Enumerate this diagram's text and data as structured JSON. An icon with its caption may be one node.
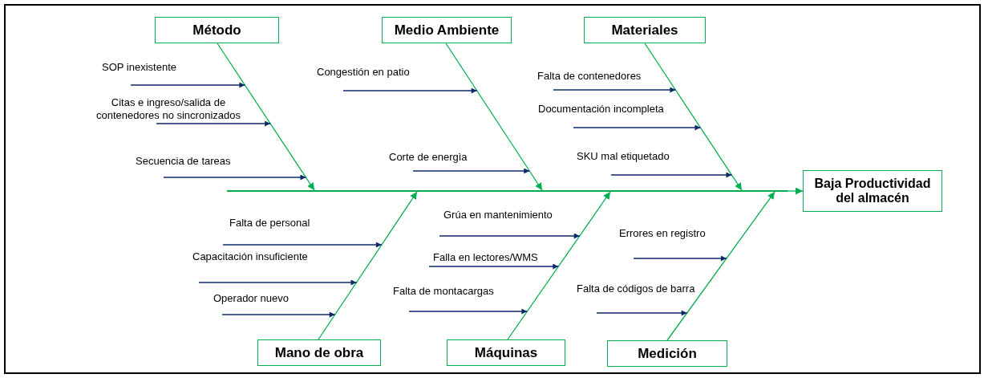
{
  "diagram": {
    "nodes": [
      {
        "text": [
          "Método"
        ]
      },
      {
        "text": [
          "Medio Ambiente"
        ]
      },
      {
        "text": [
          "Materiales"
        ]
      },
      {
        "text": [
          "SOP inexistente"
        ]
      },
      {
        "text": [
          "Citas e ingreso/salida de contenedores no sincronizados"
        ]
      },
      {
        "text": [
          "Secuencia de tareas"
        ]
      },
      {
        "text": [
          "Congestión en patio"
        ]
      },
      {
        "text": [
          "Corte de energìa"
        ]
      },
      {
        "text": [
          "Falta de contenedores"
        ]
      },
      {
        "text": [
          "Documentación incompleta"
        ]
      },
      {
        "text": [
          "SKU mal etiquetado"
        ]
      },
      {
        "text": [
          "Baja Productividad del almacén"
        ]
      },
      {
        "text": [
          "Falta de personal"
        ]
      },
      {
        "text": [
          "Grúa en mantenimiento"
        ]
      },
      {
        "text": [
          "Errores en registro"
        ]
      },
      {
        "text": [
          "Capacitación insuficiente"
        ]
      },
      {
        "text": [
          "Falla en lectores/WMS"
        ]
      },
      {
        "text": [
          "Operador nuevo"
        ]
      },
      {
        "text": [
          "Falta de montacargas"
        ]
      },
      {
        "text": [
          "Falta de códigos de barra"
        ]
      },
      {
        "text": [
          "Mano de obra"
        ]
      },
      {
        "text": [
          "Máquinas"
        ]
      },
      {
        "text": [
          "Medición"
        ]
      },
      {
        "text": [],
        "shape": "line"
      },
      {
        "text": [],
        "shape": "line"
      },
      {
        "text": [],
        "shape": "line"
      },
      {
        "text": [],
        "shape": "line"
      },
      {
        "text": [],
        "shape": "line"
      },
      {
        "text": [],
        "shape": "line"
      },
      {
        "text": [],
        "shape": "line"
      }
    ],
    "edges": [
      {
        "from": 23,
        "to": 11,
        "arrow": "to",
        "color": "#00b050"
      },
      {
        "from": 24,
        "to": 23,
        "arrow": "to",
        "color": "#00b050"
      },
      {
        "from": 25,
        "to": 23,
        "arrow": "to",
        "color": "#00b050"
      },
      {
        "from": 26,
        "to": 23,
        "arrow": "to",
        "color": "#00b050"
      },
      {
        "from": 27,
        "to": 23,
        "arrow": "to",
        "color": "#00b050"
      },
      {
        "from": 28,
        "to": 23,
        "arrow": "to",
        "color": "#00b050"
      },
      {
        "from": 29,
        "to": 23,
        "arrow": "to",
        "color": "#00b050"
      },
      {
        "from": 3,
        "to": 24,
        "arrow": "to"
      },
      {
        "from": 4,
        "to": 24,
        "arrow": "to"
      },
      {
        "from": 5,
        "to": 24,
        "arrow": "to"
      },
      {
        "from": 6,
        "to": 25,
        "arrow": "to"
      },
      {
        "from": 7,
        "to": 25,
        "arrow": "to"
      },
      {
        "from": 8,
        "to": 26,
        "arrow": "to"
      },
      {
        "from": 9,
        "to": 26,
        "arrow": "to"
      },
      {
        "from": 10,
        "to": 26,
        "arrow": "to"
      },
      {
        "from": 12,
        "to": 27,
        "arrow": "to"
      },
      {
        "from": 13,
        "to": 28,
        "arrow": "to"
      },
      {
        "from": 14,
        "to": 29,
        "arrow": "to"
      },
      {
        "from": 15,
        "to": 27,
        "arrow": "to"
      },
      {
        "from": 16,
        "to": 28,
        "arrow": "to"
      },
      {
        "from": 17,
        "to": 27,
        "arrow": "to"
      },
      {
        "from": 18,
        "to": 28,
        "arrow": "to"
      },
      {
        "from": 19,
        "to": 29,
        "arrow": "to"
      }
    ]
  }
}
